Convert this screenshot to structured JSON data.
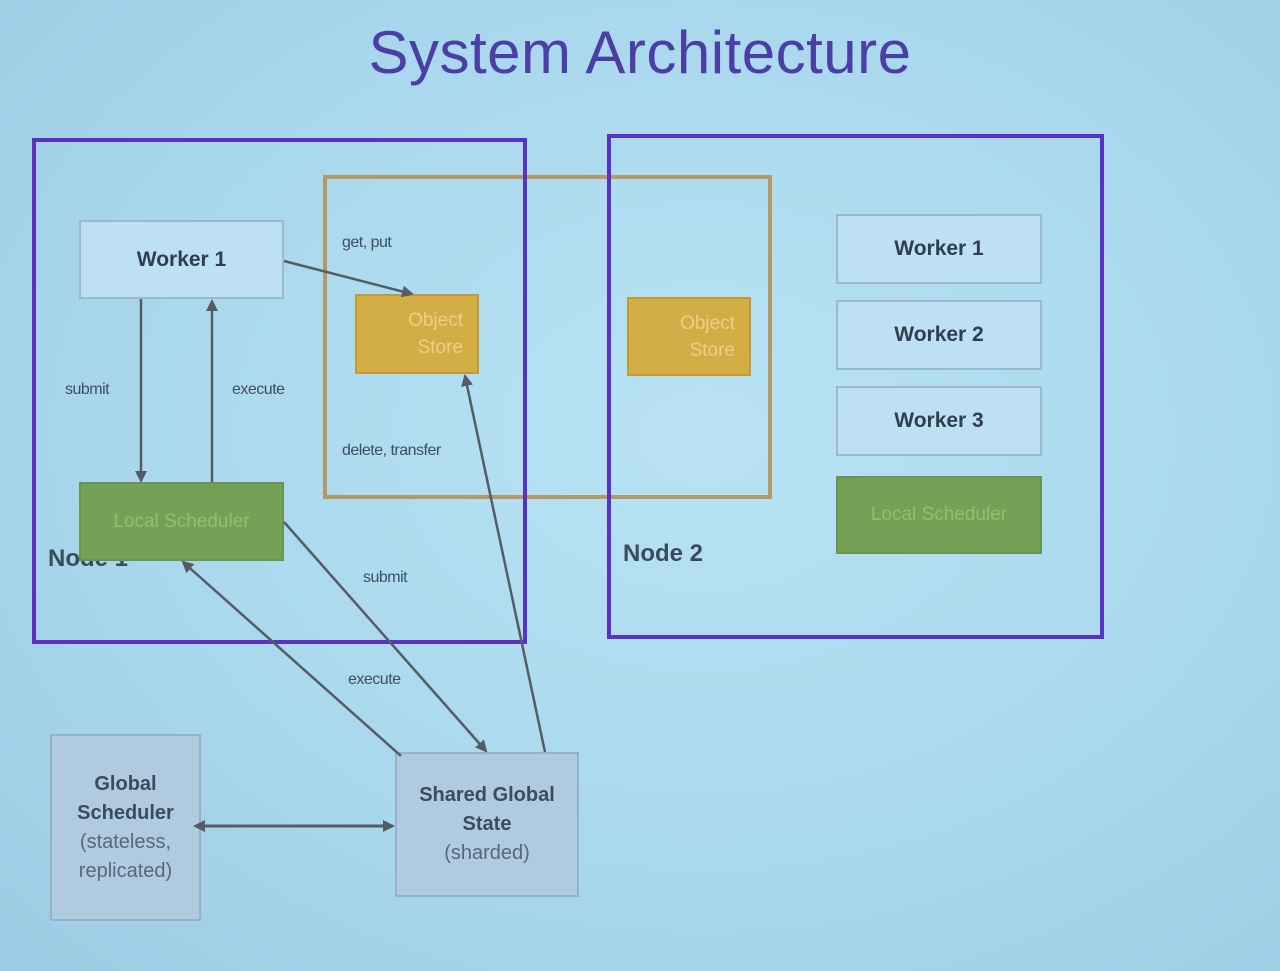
{
  "title": "System Architecture",
  "node1": {
    "label": "Node 1",
    "worker": "Worker 1",
    "scheduler": "Local Scheduler"
  },
  "node2": {
    "label": "Node 2",
    "workers": [
      "Worker 1",
      "Worker 2",
      "Worker 3"
    ],
    "scheduler": "Local Scheduler"
  },
  "object_store": {
    "line1": "Object",
    "line2": "Store"
  },
  "global_scheduler": {
    "lines": [
      "Global",
      "Scheduler",
      "(stateless,",
      "replicated)"
    ]
  },
  "shared_state": {
    "line1": "Shared Global",
    "line2": "State",
    "line3": "(sharded)"
  },
  "edge_labels": {
    "get_put": "get, put",
    "delete_transfer": "delete, transfer",
    "submit_left": "submit",
    "execute_left": "execute",
    "submit_mid": "submit",
    "execute_mid": "execute"
  },
  "colors": {
    "node_border": "#5a31c4",
    "store_border": "#b49a62",
    "scheduler": "#74a155",
    "object_store": "#d3ad45",
    "worker": "#bde0f4",
    "arrow": "#545c64"
  }
}
